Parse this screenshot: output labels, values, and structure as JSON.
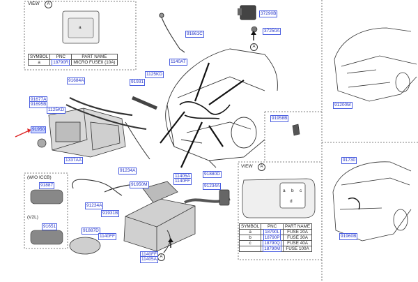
{
  "view_top": {
    "label": "VIEW",
    "marker": "A",
    "box_letter": "a",
    "headers": [
      "SYMBOL",
      "PNC",
      "PART NAME"
    ],
    "rows": [
      {
        "symbol": "a",
        "pnc": "18790R",
        "name": "MICRO FUSEII (10A)"
      }
    ]
  },
  "view_bottom": {
    "label": "VIEW",
    "marker": "A",
    "box_letters": [
      "a",
      "b",
      "c",
      "d"
    ],
    "headers": [
      "SYMBOL",
      "PNC",
      "PART NAME"
    ],
    "rows": [
      {
        "symbol": "a",
        "pnc": "18790L",
        "name": "FUSE 20A"
      },
      {
        "symbol": "b",
        "pnc": "18790P",
        "name": "FUSE 30A"
      },
      {
        "symbol": "c",
        "pnc": "18790Q",
        "name": "FUSE 40A"
      },
      {
        "symbol": "",
        "pnc": "18790M",
        "name": "FUSE 100A"
      }
    ]
  },
  "variants": {
    "woccb": "(W/O ICCB)",
    "v2l": "(V2L)"
  },
  "markers": {
    "a1": "A",
    "a2": "A"
  },
  "part_labels": [
    {
      "id": "37290B",
      "text": "37290B"
    },
    {
      "id": "37250A",
      "text": "37250A"
    },
    {
      "id": "91661C",
      "text": "91661C"
    },
    {
      "id": "1140AT",
      "text": "1140AT"
    },
    {
      "id": "91684A",
      "text": "91684A"
    },
    {
      "id": "1125KD_a",
      "text": "1125KD"
    },
    {
      "id": "91931",
      "text": "91931"
    },
    {
      "id": "91677A",
      "text": "91677A"
    },
    {
      "id": "91695B",
      "text": "91695B"
    },
    {
      "id": "1125KD_b",
      "text": "1125KD"
    },
    {
      "id": "91950",
      "text": "91950"
    },
    {
      "id": "1337AA",
      "text": "1337AA"
    },
    {
      "id": "91234A_a",
      "text": "91234A"
    },
    {
      "id": "91950M",
      "text": "91950M"
    },
    {
      "id": "11405A_a",
      "text": "11405A"
    },
    {
      "id": "1140FF_a",
      "text": "1140FF"
    },
    {
      "id": "91880D",
      "text": "91880D"
    },
    {
      "id": "91234A_b",
      "text": "91234A"
    },
    {
      "id": "91234A_c",
      "text": "91234A"
    },
    {
      "id": "91931B",
      "text": "91931B"
    },
    {
      "id": "91887D",
      "text": "91887D"
    },
    {
      "id": "1140FF_b",
      "text": "1140FF"
    },
    {
      "id": "1140FF_c",
      "text": "1140FF"
    },
    {
      "id": "11405A_b",
      "text": "11405A"
    },
    {
      "id": "91887",
      "text": "91887"
    },
    {
      "id": "91651",
      "text": "91651"
    },
    {
      "id": "91958B",
      "text": "91958B"
    },
    {
      "id": "91200M",
      "text": "91200M"
    },
    {
      "id": "91730",
      "text": "91730"
    },
    {
      "id": "91960B",
      "text": "91960B"
    }
  ]
}
